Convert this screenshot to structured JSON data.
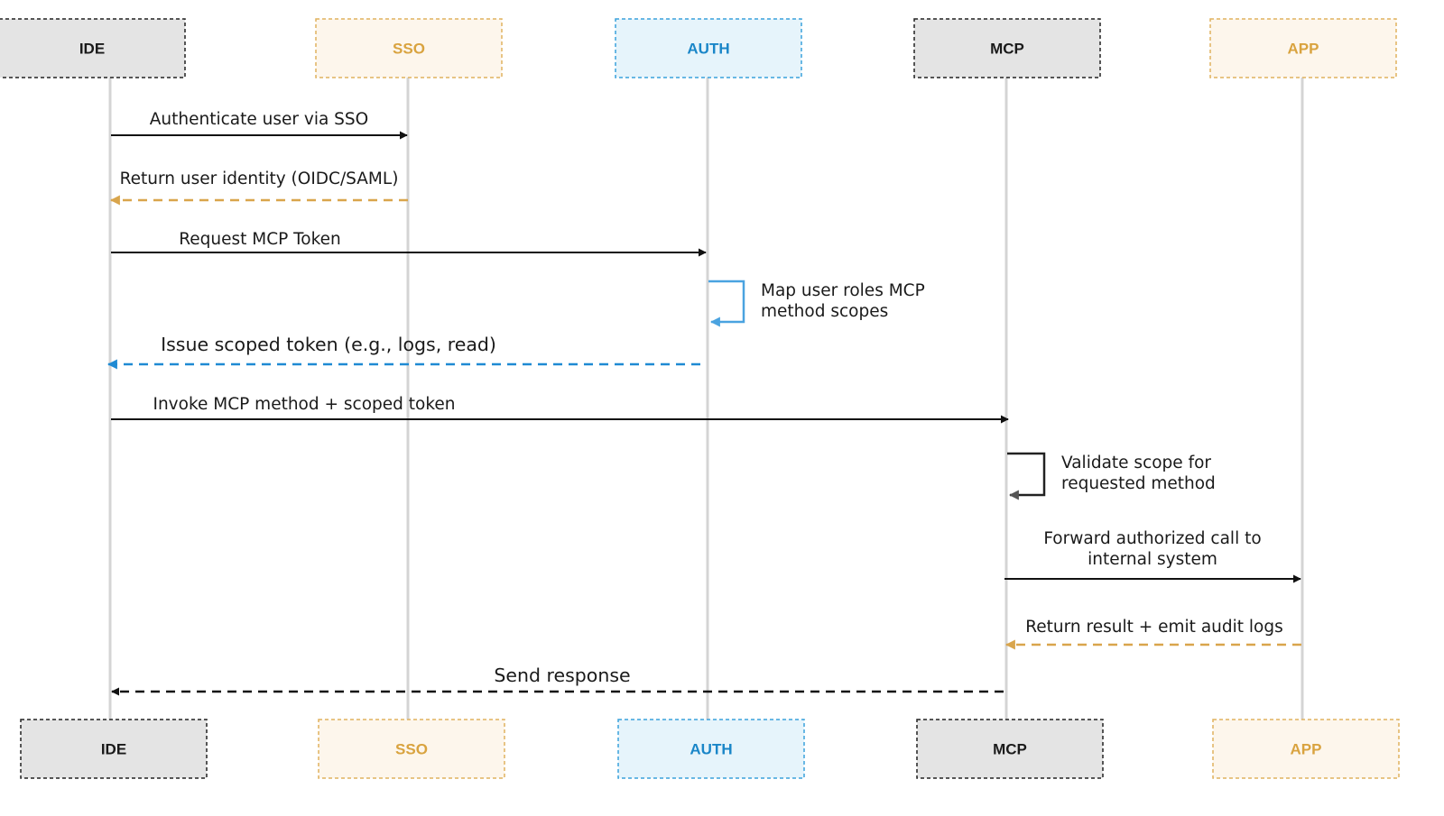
{
  "colors": {
    "lifeline": "#d4d4d4",
    "neutral_fill": "#e4e4e4",
    "neutral_stroke": "#222222",
    "neutral_text": "#1a1a1a",
    "sso_fill": "#fdf6ec",
    "sso_stroke": "#e0b25e",
    "sso_text": "#d9a33f",
    "auth_fill": "#e6f4fb",
    "auth_stroke": "#3aa2dc",
    "auth_text": "#1a86c8",
    "black_arrow": "#111111",
    "gold_arrow": "#d9a54c",
    "blue_arrow": "#1f8ad3",
    "self_blue": "#4aa3e0",
    "self_gray": "#222222"
  },
  "participants": [
    {
      "id": "ide",
      "label": "IDE",
      "style": "neutral"
    },
    {
      "id": "sso",
      "label": "SSO",
      "style": "sso"
    },
    {
      "id": "auth",
      "label": "AUTH",
      "style": "auth"
    },
    {
      "id": "mcp",
      "label": "MCP",
      "style": "neutral"
    },
    {
      "id": "app",
      "label": "APP",
      "style": "sso"
    }
  ],
  "messages": [
    {
      "from": "ide",
      "to": "sso",
      "kind": "call",
      "lines": [
        "Authenticate user via SSO"
      ]
    },
    {
      "from": "sso",
      "to": "ide",
      "kind": "return-gold",
      "lines": [
        "Return user identity (OIDC/SAML)"
      ]
    },
    {
      "from": "ide",
      "to": "auth",
      "kind": "call",
      "lines": [
        "Request MCP Token"
      ]
    },
    {
      "from": "auth",
      "to": "auth",
      "kind": "self-blue",
      "lines": [
        "Map user roles     MCP",
        "method scopes"
      ]
    },
    {
      "from": "auth",
      "to": "ide",
      "kind": "return-blue",
      "lines": [
        "Issue scoped token (e.g., logs, read)"
      ]
    },
    {
      "from": "ide",
      "to": "mcp",
      "kind": "call",
      "lines": [
        "Invoke MCP method + scoped token"
      ]
    },
    {
      "from": "mcp",
      "to": "mcp",
      "kind": "self-gray",
      "lines": [
        "Validate scope for",
        "requested method"
      ]
    },
    {
      "from": "mcp",
      "to": "app",
      "kind": "call",
      "lines": [
        "Forward authorized call to",
        "internal system"
      ]
    },
    {
      "from": "app",
      "to": "mcp",
      "kind": "return-gold",
      "lines": [
        "Return result + emit audit logs"
      ]
    },
    {
      "from": "mcp",
      "to": "ide",
      "kind": "return-black",
      "lines": [
        "Send response"
      ]
    }
  ]
}
